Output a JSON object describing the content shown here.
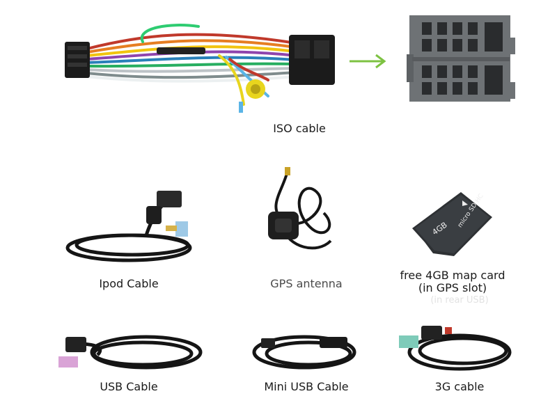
{
  "labels": {
    "iso": "ISO cable",
    "ipod": "Ipod Cable",
    "gps": "GPS antenna",
    "card_line1": "free 4GB map card",
    "card_line2": "(in GPS slot)",
    "card_faded": "(in rear USB)",
    "usb": "USB Cable",
    "mini_usb": "Mini USB Cable",
    "g3": "3G cable"
  },
  "card_text": {
    "capacity": "4GB",
    "brand": "micro SD HC"
  },
  "colors": {
    "arrow": "#7dc242",
    "cable_black": "#151515",
    "connector_gray": "#6e7275",
    "pink_plug": "#d9a3d6",
    "blue_plug": "#9ec9e6",
    "yellow_rca": "#e8d51e"
  }
}
